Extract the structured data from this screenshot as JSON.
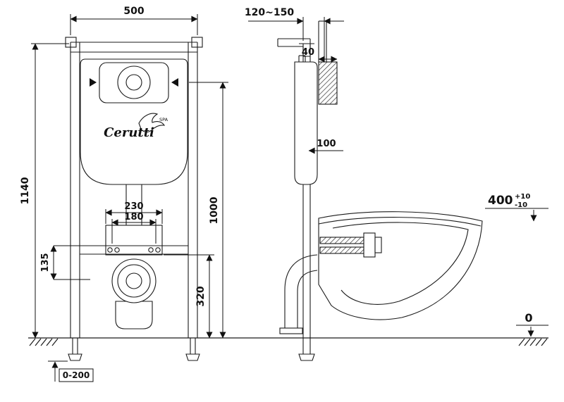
{
  "brand": {
    "name": "Cerutti",
    "suffix": "SPA"
  },
  "front": {
    "width": "500",
    "height": "1140",
    "housing_width": "230",
    "pipe_spacing": "180",
    "crossbar_offset": "135",
    "outlet_height": "320",
    "button_height": "1000",
    "leg_adjust": "0-200"
  },
  "side": {
    "depth_range": "120~150",
    "gap": "40",
    "tank_depth": "100",
    "rim_height": "400",
    "rim_tol_plus": "+10",
    "rim_tol_minus": "-10",
    "floor_level": "0"
  }
}
